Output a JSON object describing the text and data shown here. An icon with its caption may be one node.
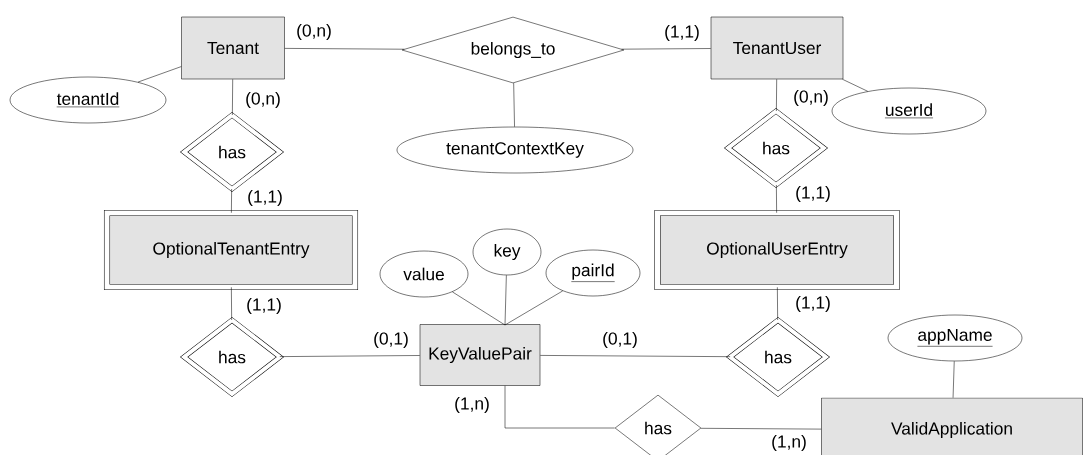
{
  "diagram": {
    "nodes": [
      {
        "text": [
          "Tenant"
        ]
      },
      {
        "text": [
          "tenantId"
        ]
      },
      {
        "text": [
          "belongs_to"
        ]
      },
      {
        "text": [
          "TenantUser"
        ]
      },
      {
        "text": [
          "userId"
        ]
      },
      {
        "text": [
          "tenantContextKey"
        ]
      },
      {
        "text": [
          "has"
        ]
      },
      {
        "text": [
          "has"
        ]
      },
      {
        "text": [
          "OptionalTenantEntry"
        ]
      },
      {
        "text": [
          "OptionalUserEntry"
        ]
      },
      {
        "text": [
          "value"
        ]
      },
      {
        "text": [
          "key"
        ]
      },
      {
        "text": [
          "pairId"
        ]
      },
      {
        "text": [
          "has"
        ]
      },
      {
        "text": [
          "KeyValuePair"
        ]
      },
      {
        "text": [
          "has"
        ]
      },
      {
        "text": [
          "appName"
        ]
      },
      {
        "text": [
          "has"
        ]
      },
      {
        "text": [
          "ValidApplication"
        ]
      }
    ],
    "edges": [
      {
        "from": 0,
        "to": 1,
        "arrow": "none"
      },
      {
        "from": 0,
        "to": 2,
        "arrow": "none",
        "label": "(0,n)"
      },
      {
        "from": 2,
        "to": 3,
        "arrow": "none",
        "label": "(1,1)"
      },
      {
        "from": 2,
        "to": 5,
        "arrow": "none"
      },
      {
        "from": 3,
        "to": 4,
        "arrow": "none"
      },
      {
        "from": 0,
        "to": 6,
        "arrow": "none",
        "label": "(0,n)"
      },
      {
        "from": 3,
        "to": 7,
        "arrow": "none",
        "label": "(0,n)"
      },
      {
        "from": 6,
        "to": 8,
        "arrow": "none",
        "label": "(1,1)"
      },
      {
        "from": 7,
        "to": 9,
        "arrow": "none",
        "label": "(1,1)"
      },
      {
        "from": 8,
        "to": 13,
        "arrow": "none",
        "label": "(1,1)"
      },
      {
        "from": 9,
        "to": 15,
        "arrow": "none",
        "label": "(1,1)"
      },
      {
        "from": 10,
        "to": 14,
        "arrow": "none"
      },
      {
        "from": 11,
        "to": 14,
        "arrow": "none"
      },
      {
        "from": 12,
        "to": 14,
        "arrow": "none"
      },
      {
        "from": 13,
        "to": 14,
        "arrow": "none",
        "label": "(0,1)"
      },
      {
        "from": 14,
        "to": 15,
        "arrow": "none",
        "label": "(0,1)"
      },
      {
        "from": 14,
        "to": 17,
        "arrow": "none",
        "label": "(1,n)"
      },
      {
        "from": 17,
        "to": 18,
        "arrow": "none",
        "label": "(1,n)"
      },
      {
        "from": 16,
        "to": 18,
        "arrow": "none"
      }
    ]
  }
}
